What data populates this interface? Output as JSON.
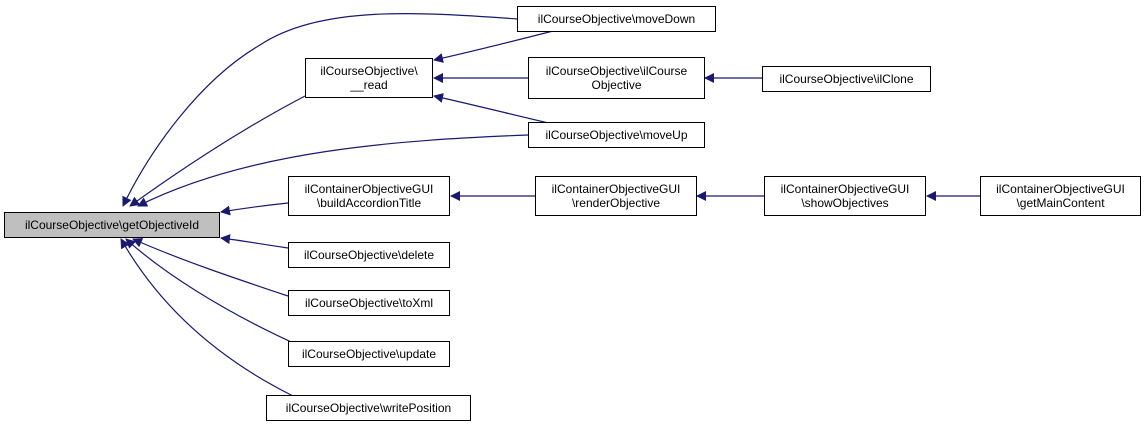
{
  "root": {
    "line1": "ilCourseObjective\\getObjectiveId"
  },
  "nodes": {
    "read": {
      "line1": "ilCourseObjective\\",
      "line2": "__read"
    },
    "moveDown": {
      "line1": "ilCourseObjective\\moveDown"
    },
    "ilCourseObjective": {
      "line1": "ilCourseObjective\\ilCourse",
      "line2": "Objective"
    },
    "ilClone": {
      "line1": "ilCourseObjective\\ilClone"
    },
    "moveUp": {
      "line1": "ilCourseObjective\\moveUp"
    },
    "buildAccordionTitle": {
      "line1": "ilContainerObjectiveGUI",
      "line2": "\\buildAccordionTitle"
    },
    "renderObjective": {
      "line1": "ilContainerObjectiveGUI",
      "line2": "\\renderObjective"
    },
    "showObjectives": {
      "line1": "ilContainerObjectiveGUI",
      "line2": "\\showObjectives"
    },
    "getMainContent": {
      "line1": "ilContainerObjectiveGUI",
      "line2": "\\getMainContent"
    },
    "delete": {
      "line1": "ilCourseObjective\\delete"
    },
    "toXml": {
      "line1": "ilCourseObjective\\toXml"
    },
    "update": {
      "line1": "ilCourseObjective\\update"
    },
    "writePosition": {
      "line1": "ilCourseObjective\\writePosition"
    }
  },
  "colors": {
    "edge": "#191970",
    "root_fill": "#bfbfbf",
    "node_fill": "#ffffff",
    "border": "#000000"
  }
}
